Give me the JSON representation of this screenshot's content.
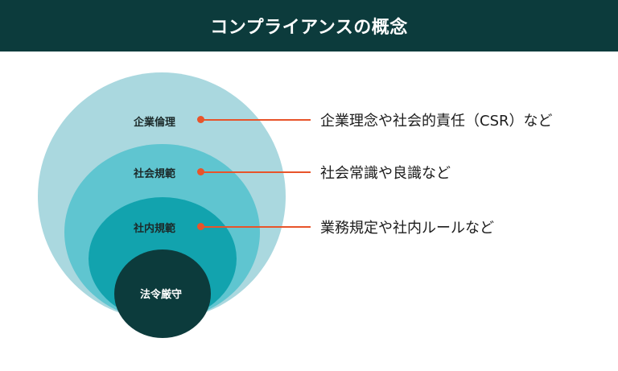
{
  "title": "コンプライアンスの概念",
  "colors": {
    "banner": "#0c3b3c",
    "ring_outer": "#aad8df",
    "ring_second": "#5fc5d0",
    "ring_third": "#12a3ae",
    "core": "#0c3b3c",
    "accent": "#e8542a"
  },
  "circles": [
    {
      "label": "企業倫理",
      "description": "企業理念や社会的責任（CSR）など"
    },
    {
      "label": "社会規範",
      "description": "社会常識や良識など"
    },
    {
      "label": "社内規範",
      "description": "業務規定や社内ルールなど"
    },
    {
      "label": "法令厳守"
    }
  ]
}
